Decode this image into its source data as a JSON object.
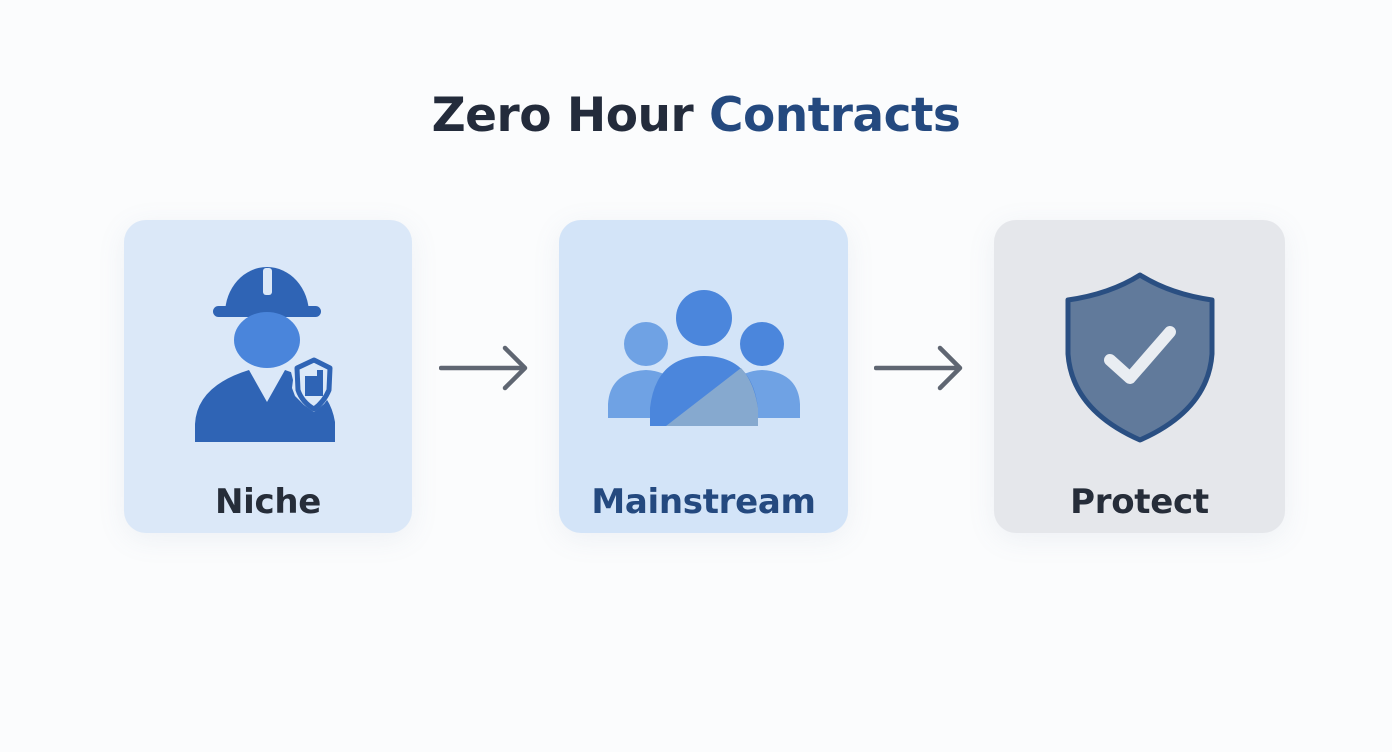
{
  "title": {
    "part1": "Zero Hour ",
    "part2": "Contracts"
  },
  "steps": [
    {
      "label": "Niche",
      "icon": "construction-worker-icon"
    },
    {
      "label": "Mainstream",
      "icon": "group-icon"
    },
    {
      "label": "Protect",
      "icon": "shield-check-icon"
    }
  ],
  "connectors": [
    "arrow-right-icon",
    "arrow-right-icon"
  ],
  "colors": {
    "title_dark": "#232b3b",
    "title_accent": "#24497f",
    "niche_card": "#dbe8f8",
    "mainstream_card": "#d3e4f8",
    "protect_card": "#e5e7eb",
    "icon_blue": "#2f64b5",
    "shield_fill": "#617a9b",
    "arrow": "#5f6672"
  }
}
